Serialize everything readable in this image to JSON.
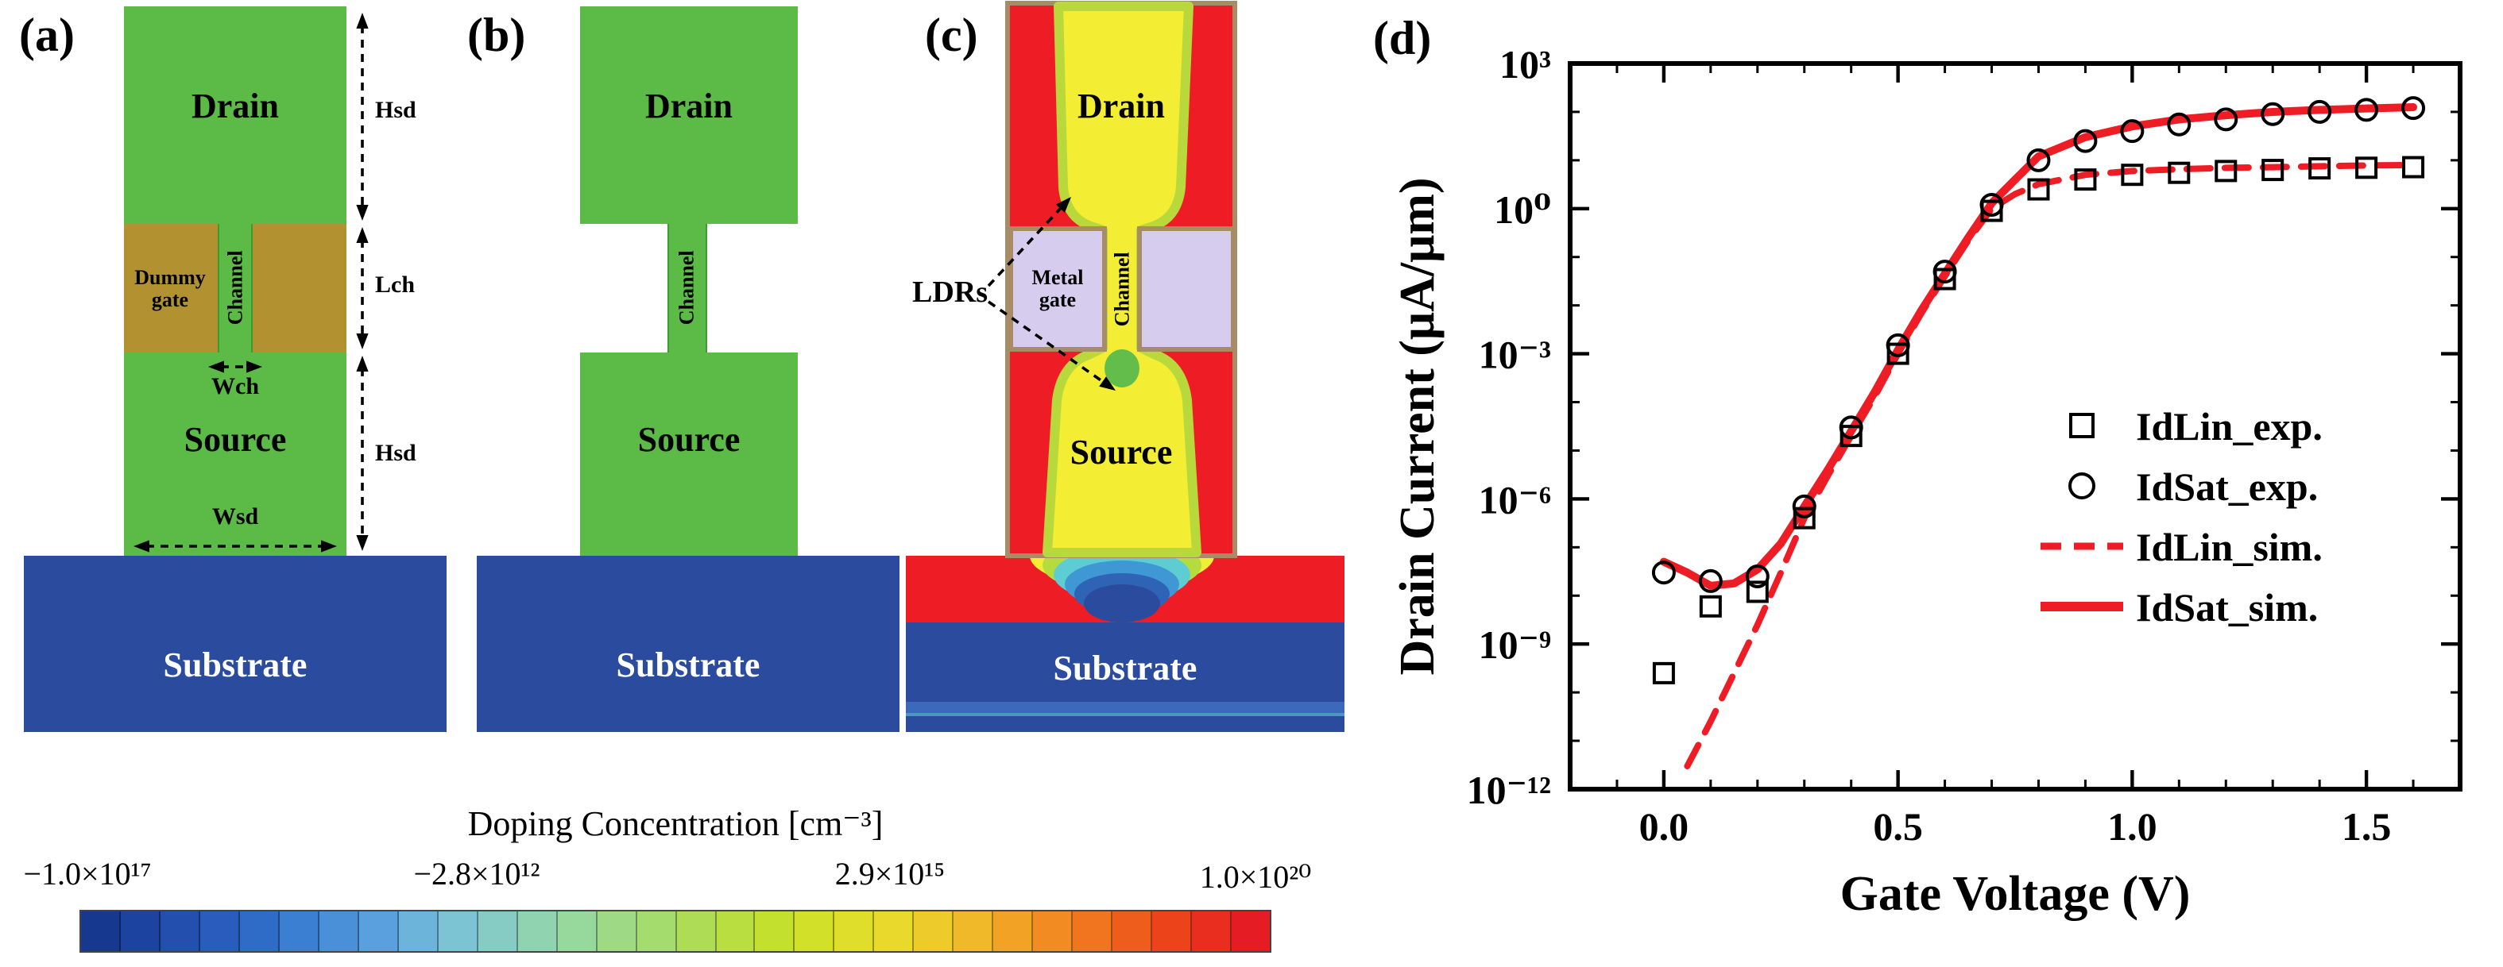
{
  "palette": {
    "green": "#5bbb46",
    "olive": "#b19130",
    "blue": "#2a4b9e",
    "red": "#ee1c25",
    "yellow": "#f3ed33",
    "lavender": "#d6cdee",
    "tan": "#a88c66"
  },
  "panels": {
    "a": {
      "label": "(a)",
      "drain": "Drain",
      "dummy_gate": "Dummy gate",
      "channel": "Channel",
      "source": "Source",
      "substrate": "Substrate",
      "dim_hsd_top": "Hsd",
      "dim_lch": "Lch",
      "dim_hsd_bottom": "Hsd",
      "dim_wch": "Wch",
      "dim_wsd": "Wsd"
    },
    "b": {
      "label": "(b)",
      "drain": "Drain",
      "channel": "Channel",
      "source": "Source",
      "substrate": "Substrate"
    },
    "c": {
      "label": "(c)",
      "drain": "Drain",
      "metal_gate": "Metal gate",
      "channel": "Channel",
      "source": "Source",
      "substrate": "Substrate",
      "ldrs": "LDRs"
    },
    "d": {
      "label": "(d)"
    }
  },
  "colorbar": {
    "title": "Doping Concentration [cm⁻³]",
    "tick_labels": [
      "−1.0×10¹⁷",
      "−2.8×10¹²",
      "2.9×10¹⁵",
      "1.0×10²⁰"
    ],
    "colors": [
      "#16388e",
      "#1c43a0",
      "#2350af",
      "#2a5cbd",
      "#2f6cc8",
      "#3a7fd2",
      "#4a90d9",
      "#5aa0de",
      "#6db4db",
      "#7cc4d4",
      "#86ccc4",
      "#8fd3b1",
      "#97d89c",
      "#9eda85",
      "#a5dc6e",
      "#aedd55",
      "#b8de3f",
      "#c4e02e",
      "#d2e02a",
      "#dfdf2b",
      "#e8d92c",
      "#edcb2b",
      "#f0b929",
      "#f2a326",
      "#f28c22",
      "#f1751f",
      "#ef5d1c",
      "#ec431b",
      "#e92e20",
      "#e51c24"
    ]
  },
  "chart_data": {
    "type": "line+scatter",
    "title": "",
    "xlabel": "Gate Voltage (V)",
    "ylabel": "Drain Current (μA/μm)",
    "xlim": [
      -0.2,
      1.7
    ],
    "ylim_exp": [
      -12,
      3
    ],
    "grid": false,
    "legend_position": "center-right",
    "x_ticks": [
      0.0,
      0.5,
      1.0,
      1.5
    ],
    "x_tick_labels": [
      "0.0",
      "0.5",
      "1.0",
      "1.5"
    ],
    "y_tick_exponents": [
      3,
      0,
      -3,
      -6,
      -9,
      -12
    ],
    "y_tick_labels": [
      "10³",
      "10⁰",
      "10⁻³",
      "10⁻⁶",
      "10⁻⁹",
      "10⁻¹²"
    ],
    "series": [
      {
        "name": "IdLin_exp.",
        "type": "scatter",
        "marker": "square",
        "color": "#000000",
        "x": [
          0.0,
          0.1,
          0.2,
          0.3,
          0.4,
          0.5,
          0.6,
          0.7,
          0.8,
          0.9,
          1.0,
          1.1,
          1.2,
          1.3,
          1.4,
          1.5,
          1.6
        ],
        "y": [
          2.5e-10,
          6e-09,
          1.2e-08,
          4e-07,
          2e-05,
          0.001,
          0.035,
          0.9,
          2.5,
          4,
          5,
          5.5,
          6,
          6.3,
          6.8,
          7,
          7.2
        ]
      },
      {
        "name": "IdSat_exp.",
        "type": "scatter",
        "marker": "circle",
        "color": "#000000",
        "x": [
          0.0,
          0.1,
          0.2,
          0.3,
          0.4,
          0.5,
          0.6,
          0.7,
          0.8,
          0.9,
          1.0,
          1.1,
          1.2,
          1.3,
          1.4,
          1.5,
          1.6
        ],
        "y": [
          3e-08,
          2e-08,
          2.5e-08,
          7e-07,
          3e-05,
          0.0015,
          0.05,
          1.2,
          10,
          25,
          40,
          55,
          70,
          90,
          100,
          110,
          120
        ]
      },
      {
        "name": "IdLin_sim.",
        "type": "line",
        "style": "dashed",
        "color": "#ee1c25",
        "x": [
          0.05,
          0.1,
          0.15,
          0.2,
          0.25,
          0.3,
          0.35,
          0.4,
          0.45,
          0.5,
          0.55,
          0.6,
          0.65,
          0.7,
          0.75,
          0.8,
          0.9,
          1.0,
          1.1,
          1.2,
          1.3,
          1.4,
          1.5,
          1.6
        ],
        "y": [
          3e-12,
          2.5e-11,
          2.5e-10,
          2.5e-09,
          3e-08,
          4e-07,
          3e-06,
          2e-05,
          0.00013,
          0.001,
          0.007,
          0.04,
          0.22,
          1.0,
          2.0,
          3.2,
          5,
          6,
          6.5,
          7,
          7.2,
          7.5,
          7.8,
          8
        ]
      },
      {
        "name": "IdSat_sim.",
        "type": "line",
        "style": "solid",
        "color": "#ee1c25",
        "x": [
          0.0,
          0.05,
          0.1,
          0.15,
          0.2,
          0.25,
          0.3,
          0.35,
          0.4,
          0.45,
          0.5,
          0.55,
          0.6,
          0.65,
          0.7,
          0.75,
          0.8,
          0.9,
          1.0,
          1.1,
          1.2,
          1.3,
          1.4,
          1.5,
          1.6
        ],
        "y": [
          5e-08,
          3e-08,
          1.6e-08,
          1.8e-08,
          3.5e-08,
          1.2e-07,
          7e-07,
          4e-06,
          2.5e-05,
          0.00016,
          0.0012,
          0.008,
          0.045,
          0.25,
          1.3,
          4,
          12,
          30,
          50,
          70,
          85,
          100,
          110,
          118,
          125
        ]
      }
    ]
  }
}
